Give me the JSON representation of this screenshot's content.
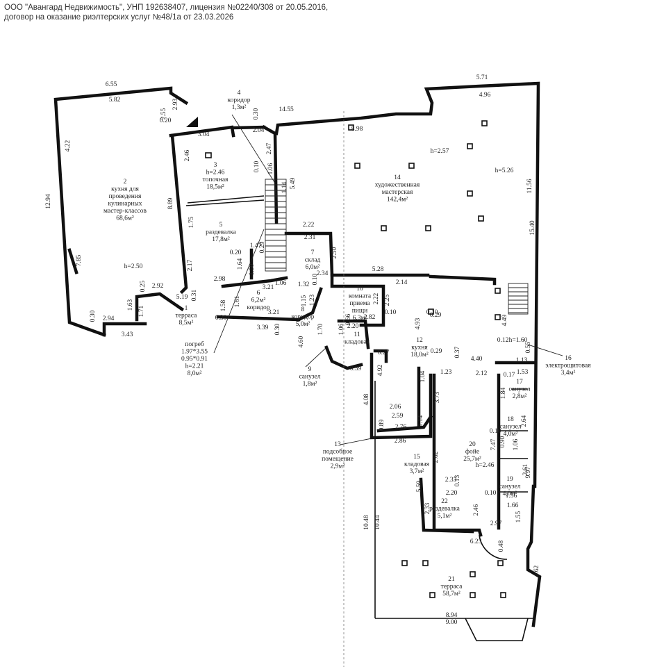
{
  "header": {
    "line1": "ООО \"Авангард Недвижимость\", УНП 192638407, лицензия №02240/308 от 20.05.2016,",
    "line2": "договор на оказание риэлтерских услуг №48/1а от 23.03.2026"
  },
  "rooms": [
    {
      "lines": [
        "2",
        "кухня для",
        "проведения",
        "кулинарных",
        "мастер-классов",
        "68,6м²"
      ]
    },
    {
      "lines": [
        "h=2.50"
      ]
    },
    {
      "lines": [
        "3",
        "h=2.46",
        "топочная",
        "18,5м²"
      ]
    },
    {
      "lines": [
        "4",
        "коридор",
        "1,3м²"
      ]
    },
    {
      "lines": [
        "5",
        "раздевалка",
        "17,8м²"
      ]
    },
    {
      "lines": [
        "1",
        "терраса",
        "8,5м²"
      ]
    },
    {
      "lines": [
        "6",
        "6,2м²",
        "коридор"
      ]
    },
    {
      "lines": [
        "7",
        "склад",
        "6,0м²"
      ]
    },
    {
      "lines": [
        "8",
        "коридор",
        "5,0м²"
      ]
    },
    {
      "lines": [
        "9",
        "санузел",
        "1,8м²"
      ]
    },
    {
      "lines": [
        "10",
        "комната",
        "приема",
        "пищи",
        "6,3м²"
      ]
    },
    {
      "lines": [
        "11",
        "кладовая"
      ]
    },
    {
      "lines": [
        "12",
        "кухня",
        "18,0м²"
      ]
    },
    {
      "lines": [
        "13",
        "подсобное",
        "помещение",
        "2,9м²"
      ]
    },
    {
      "lines": [
        "14",
        "художественная",
        "мастерская",
        "142,4м²"
      ]
    },
    {
      "lines": [
        "h=2.57"
      ]
    },
    {
      "lines": [
        "h=5.26"
      ]
    },
    {
      "lines": [
        "15",
        "кладовая",
        "3,7м²"
      ]
    },
    {
      "lines": [
        "16",
        "электрощитовая",
        "3,4м²"
      ]
    },
    {
      "lines": [
        "17",
        "санузел",
        "2,8м²"
      ]
    },
    {
      "lines": [
        "18",
        "санузел",
        "4,0м²"
      ]
    },
    {
      "lines": [
        "19",
        "санузел",
        "4,0м²"
      ]
    },
    {
      "lines": [
        "20",
        "фойе",
        "25,7м²"
      ]
    },
    {
      "lines": [
        "h=2.46"
      ]
    },
    {
      "lines": [
        "21",
        "терраса",
        "58,7м²"
      ]
    },
    {
      "lines": [
        "22",
        "раздевалка",
        "5,1м²"
      ]
    },
    {
      "lines": [
        "погреб",
        "1.97*3.55",
        "0.95*0.91",
        "h=2.21",
        "8,0м²"
      ]
    },
    {
      "lines": [
        "h=1.60"
      ]
    }
  ],
  "dimensions": [
    "6.55",
    "5.82",
    "4.22",
    "12.94",
    "7.85",
    "0.30",
    "2.94",
    "3.43",
    "1.63",
    "1.71",
    "0.25",
    "2.92",
    "5.19",
    "0.31",
    "2.55",
    "0.20",
    "2.93",
    "3.04",
    "2.46",
    "8.89",
    "1.75",
    "2.17",
    "0.20",
    "1.47",
    "1.64",
    "1.50",
    "0.29",
    "2.98",
    "1.06",
    "3.21",
    "1.61",
    "1.58",
    "0.30",
    "3.39",
    "3.21",
    "0.30",
    "4.60",
    "0.30",
    "14.55",
    "2.04",
    "2.47",
    "8.98",
    "0.10",
    "1.06",
    "5.49",
    "1.14",
    "2.22",
    "2.31",
    "2.50",
    "1.32",
    "0.10",
    "2.34",
    "1.15",
    "1.23",
    "5.28",
    "2.14",
    "2.22",
    "2.25",
    "0.10",
    "2.82",
    "2.20",
    "1.70",
    "1.06",
    "0.66",
    "0.27",
    "0.59",
    "4.92",
    "4.08",
    "0.29",
    "4.93",
    "0.29",
    "0.37",
    "1.04",
    "1.23",
    "3.73",
    "2.06",
    "2.59",
    "0.89",
    "1.14",
    "2.76",
    "2.86",
    "2.62",
    "5.59",
    "2.33",
    "2.20",
    "0.13",
    "2.46",
    "2.33",
    "10.48",
    "10.44",
    "6.23",
    "2.97",
    "0.48",
    "4.62",
    "8.94",
    "9.00",
    "5.71",
    "4.96",
    "11.56",
    "15.40",
    "9.97",
    "1.55",
    "1.66",
    "1.56",
    "0.10",
    "2.61",
    "1.06",
    "0.90",
    "7.47",
    "0.10",
    "2.64",
    "1.53",
    "0.17",
    "1.84",
    "1.13",
    "0.12",
    "4.49",
    "0.55",
    "4.40",
    "2.12",
    "0.10"
  ]
}
